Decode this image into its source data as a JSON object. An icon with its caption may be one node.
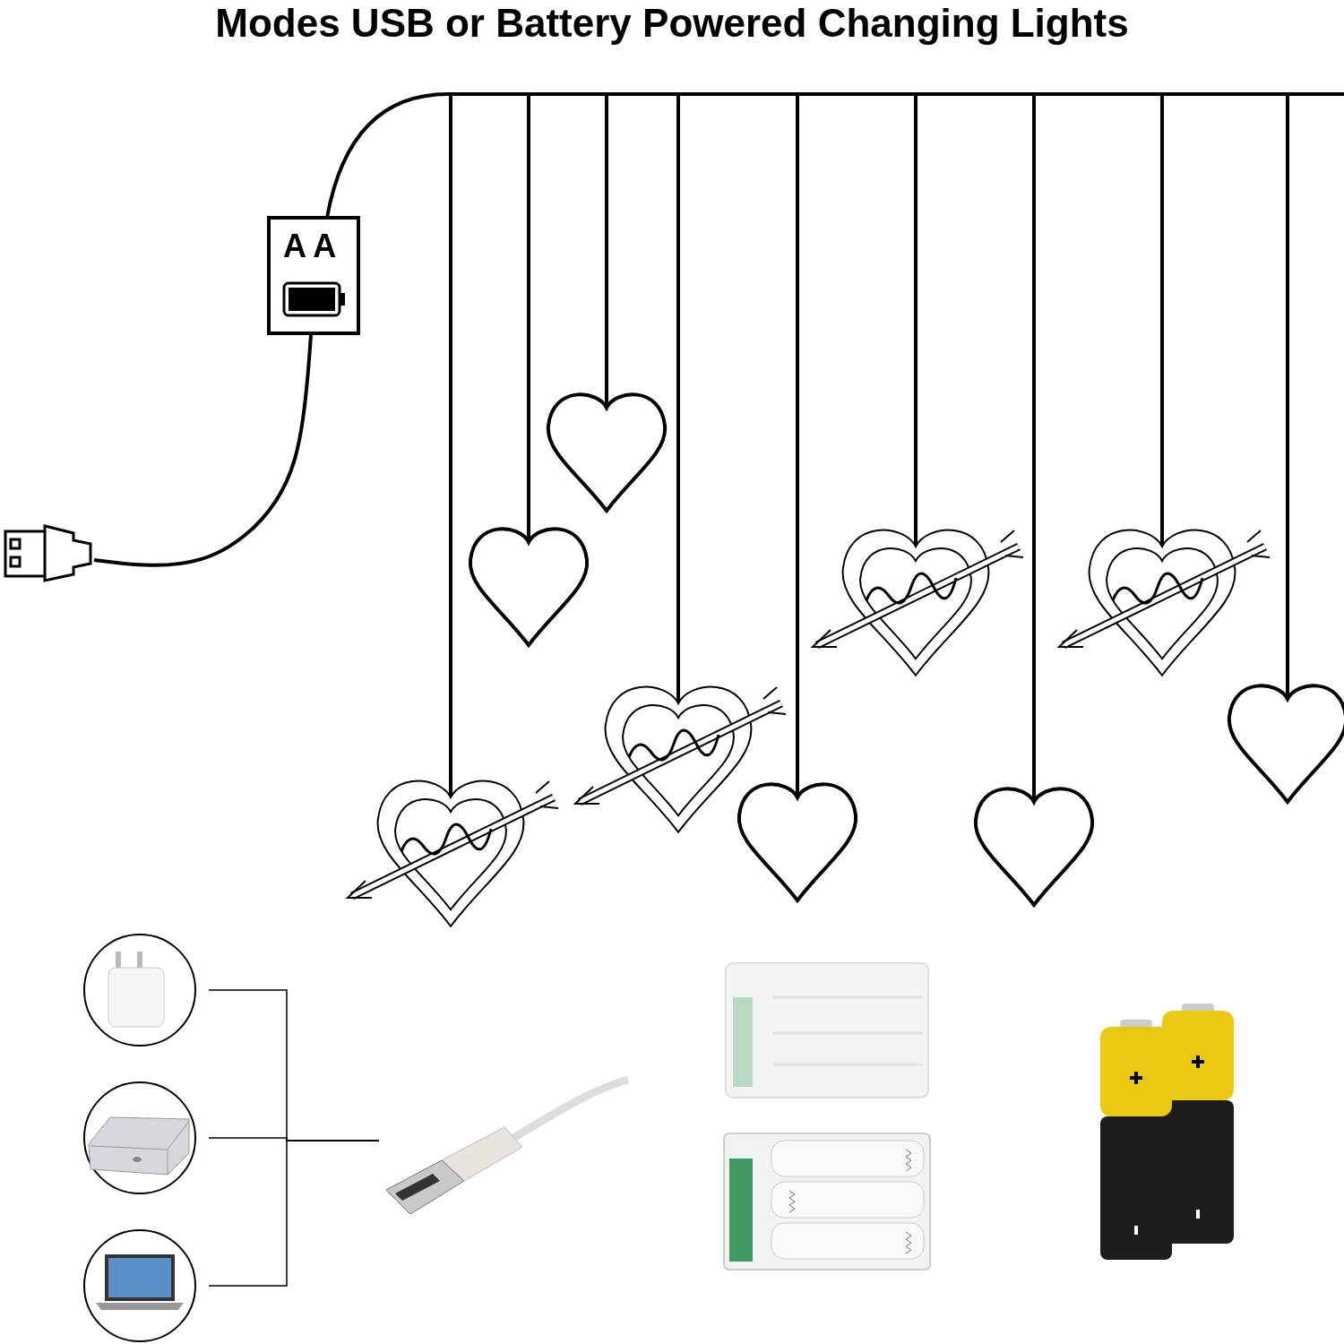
{
  "diagram": {
    "title": "Modes USB or Battery Powered Changing Lights",
    "nodes": [
      {
        "text": [],
        "shape": "picture"
      },
      {
        "text": [
          "A A"
        ]
      },
      {
        "text": [],
        "shape": "circle"
      },
      {
        "text": [],
        "shape": "circle"
      },
      {
        "text": [],
        "shape": "circle"
      },
      {
        "text": [],
        "shape": "picture"
      },
      {
        "text": [],
        "shape": "picture"
      },
      {
        "text": [],
        "shape": "picture"
      },
      {
        "text": [],
        "shape": "picture"
      }
    ],
    "edges": [
      {
        "from": 0,
        "to": 1,
        "arrow": "none",
        "style": "thick"
      },
      {
        "from": 2,
        "to": 5,
        "arrow": "none"
      },
      {
        "from": 3,
        "to": 5,
        "arrow": "none"
      },
      {
        "from": 4,
        "to": 5,
        "arrow": "none"
      }
    ]
  }
}
